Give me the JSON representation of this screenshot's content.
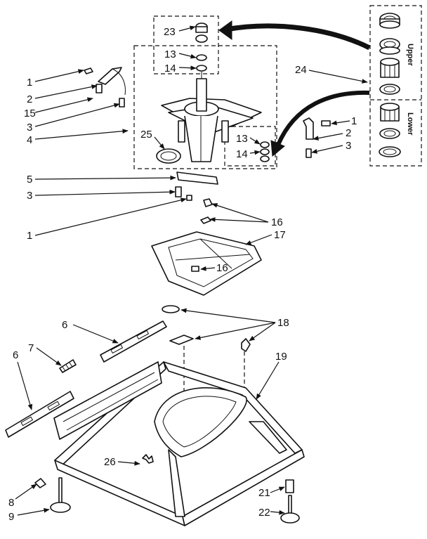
{
  "callouts": [
    {
      "id": "c1a",
      "text": "1"
    },
    {
      "id": "c2a",
      "text": "2"
    },
    {
      "id": "c15",
      "text": "15"
    },
    {
      "id": "c3a",
      "text": "3"
    },
    {
      "id": "c4",
      "text": "4"
    },
    {
      "id": "c23",
      "text": "23"
    },
    {
      "id": "c13a",
      "text": "13"
    },
    {
      "id": "c14a",
      "text": "14"
    },
    {
      "id": "c25",
      "text": "25"
    },
    {
      "id": "c13b",
      "text": "13"
    },
    {
      "id": "c14b",
      "text": "14"
    },
    {
      "id": "c24",
      "text": "24"
    },
    {
      "id": "c1b",
      "text": "1"
    },
    {
      "id": "c2b",
      "text": "2"
    },
    {
      "id": "c3b",
      "text": "3"
    },
    {
      "id": "c5",
      "text": "5"
    },
    {
      "id": "c3c",
      "text": "3"
    },
    {
      "id": "c1c",
      "text": "1"
    },
    {
      "id": "c16a",
      "text": "16"
    },
    {
      "id": "c17",
      "text": "17"
    },
    {
      "id": "c16b",
      "text": "16"
    },
    {
      "id": "c6a",
      "text": "6"
    },
    {
      "id": "c18",
      "text": "18"
    },
    {
      "id": "c7",
      "text": "7"
    },
    {
      "id": "c6b",
      "text": "6"
    },
    {
      "id": "c19",
      "text": "19"
    },
    {
      "id": "c26",
      "text": "26"
    },
    {
      "id": "c8",
      "text": "8"
    },
    {
      "id": "c21",
      "text": "21"
    },
    {
      "id": "c9",
      "text": "9"
    },
    {
      "id": "c22",
      "text": "22"
    }
  ],
  "bearing_labels": {
    "upper": "Upper",
    "lower": "Lower"
  }
}
